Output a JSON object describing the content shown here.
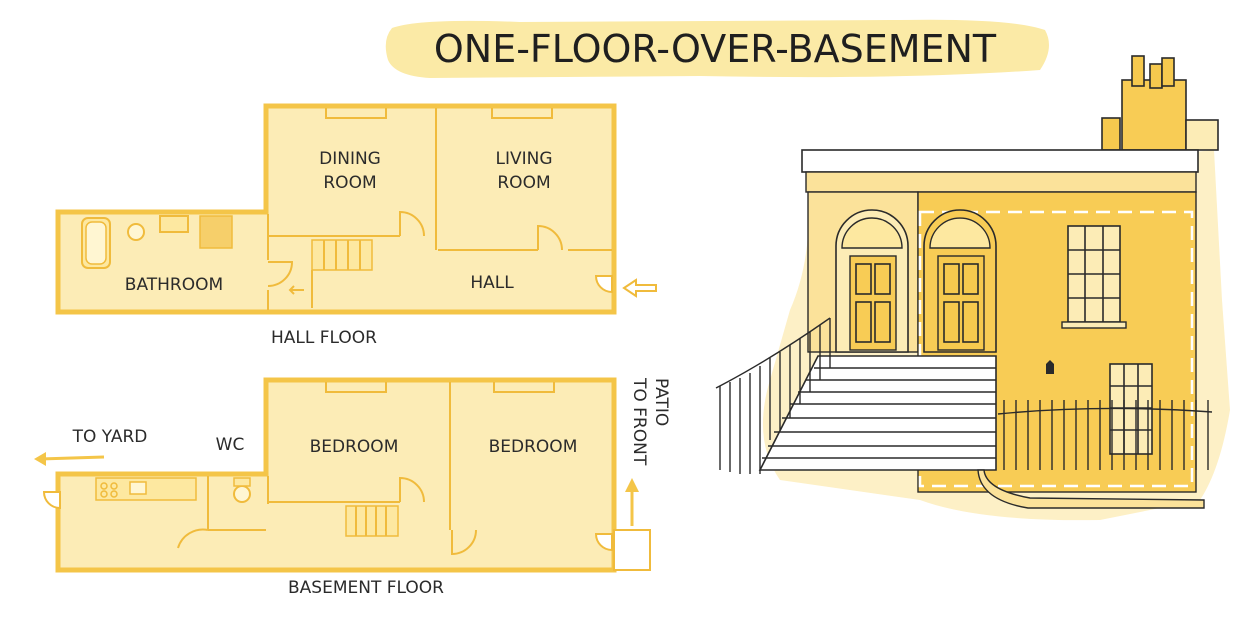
{
  "title": "ONE-FLOOR-OVER-BASEMENT",
  "hall_floor": {
    "caption": "HALL FLOOR",
    "rooms": {
      "dining_line1": "DINING",
      "dining_line2": "ROOM",
      "living_line1": "LIVING",
      "living_line2": "ROOM",
      "bathroom": "BATHROOM",
      "hall": "HALL"
    }
  },
  "basement_floor": {
    "caption": "BASEMENT FLOOR",
    "rooms": {
      "wc": "WC",
      "bedroom_left": "BEDROOM",
      "bedroom_right": "BEDROOM"
    },
    "to_yard": "TO YARD",
    "to_front_line1": "TO FRONT",
    "to_front_line2": "PATIO"
  },
  "colors": {
    "wall": "#f4c548",
    "room_fill": "#fcecb6",
    "facade": "#f8cc55",
    "title_wash": "#fbeaa6",
    "ink": "#2a2a2a"
  }
}
